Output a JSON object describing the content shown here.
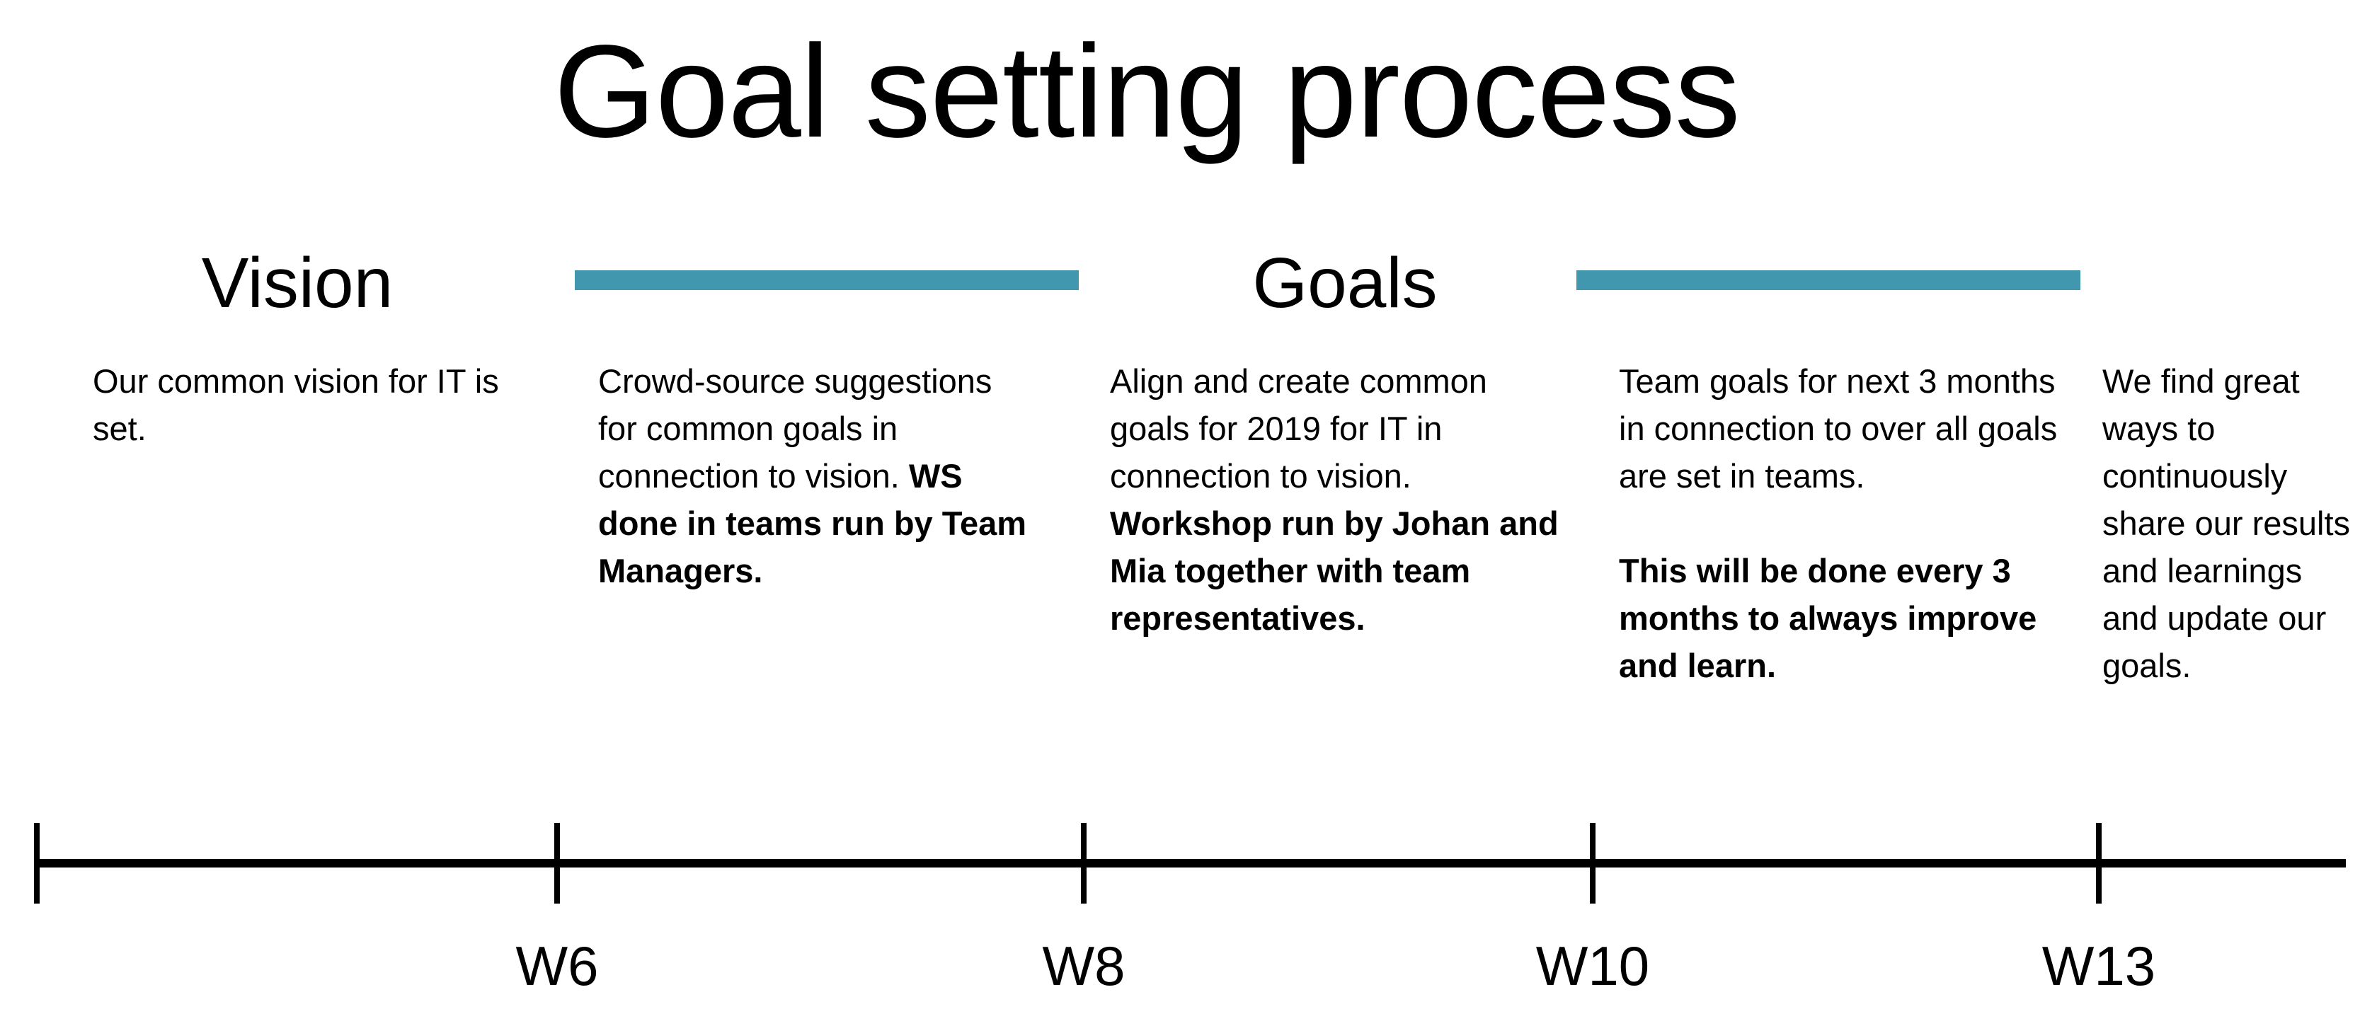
{
  "title": "Goal setting process",
  "phases": {
    "vision": {
      "heading": "Vision"
    },
    "goals": {
      "heading": "Goals"
    }
  },
  "colors": {
    "bar": "#4197ad",
    "axis": "#000000"
  },
  "descriptions": [
    {
      "text": "Our common vision for IT is set.",
      "bold": ""
    },
    {
      "text": "Crowd-source suggestions for common goals in connection to vision. ",
      "bold": "WS done in teams run by Team Managers."
    },
    {
      "text": "Align and create common goals for 2019 for IT in connection to vision. ",
      "bold": "Workshop run by Johan and Mia together with team representatives."
    },
    {
      "text": "Team goals for next 3 months in connection to over all goals are set in teams.",
      "bold": "This will be done every 3 months to always improve and learn."
    },
    {
      "text": "We find great ways to continuously share our results and learnings and update our goals.",
      "bold": ""
    }
  ],
  "timeline": {
    "ticks": [
      "",
      "W6",
      "W8",
      "W10",
      "W13"
    ]
  }
}
